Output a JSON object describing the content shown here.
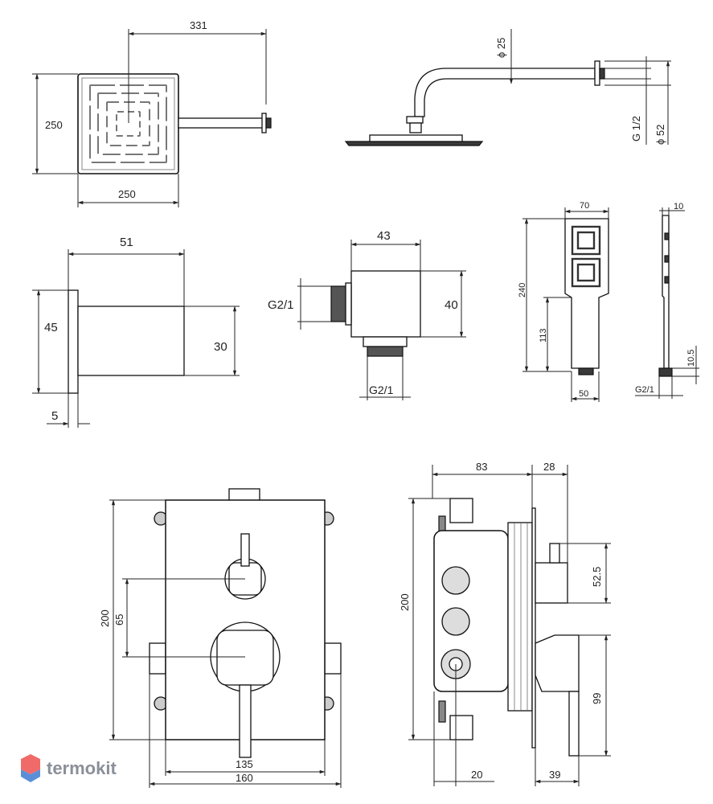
{
  "brand": {
    "name": "termokit",
    "color": "#9aa0aa",
    "logo_color_top": "#f06a6a",
    "logo_color_bottom": "#5a8fd8"
  },
  "dimensions": {
    "head_arm_length": "331",
    "head_height": "250",
    "head_width": "250",
    "arm_diameter": "ϕ 25",
    "thread": "G 1/2",
    "flange_diameter": "ϕ 52",
    "hose_outlet_length": "51",
    "hose_outlet_height": "45",
    "hose_outlet_body": "30",
    "hose_outlet_plate": "5",
    "connector_width": "43",
    "connector_height": "40",
    "connector_side_thread": "G2/1",
    "connector_bottom_thread": "G2/1",
    "handshower_width": "70",
    "handshower_length": "240",
    "handshower_handle": "113",
    "handshower_base": "50",
    "handshower_depth": "10",
    "handshower_thread_h": "10.5",
    "handshower_thread": "G2/1",
    "mixer_height": "200",
    "mixer_spacing": "65",
    "mixer_inner_width": "135",
    "mixer_width": "160",
    "side_height": "200",
    "side_body_depth": "83",
    "side_cover_depth": "28",
    "side_upper": "52.5",
    "side_lever": "99",
    "side_bottom_left": "20",
    "side_bottom_right": "39"
  }
}
